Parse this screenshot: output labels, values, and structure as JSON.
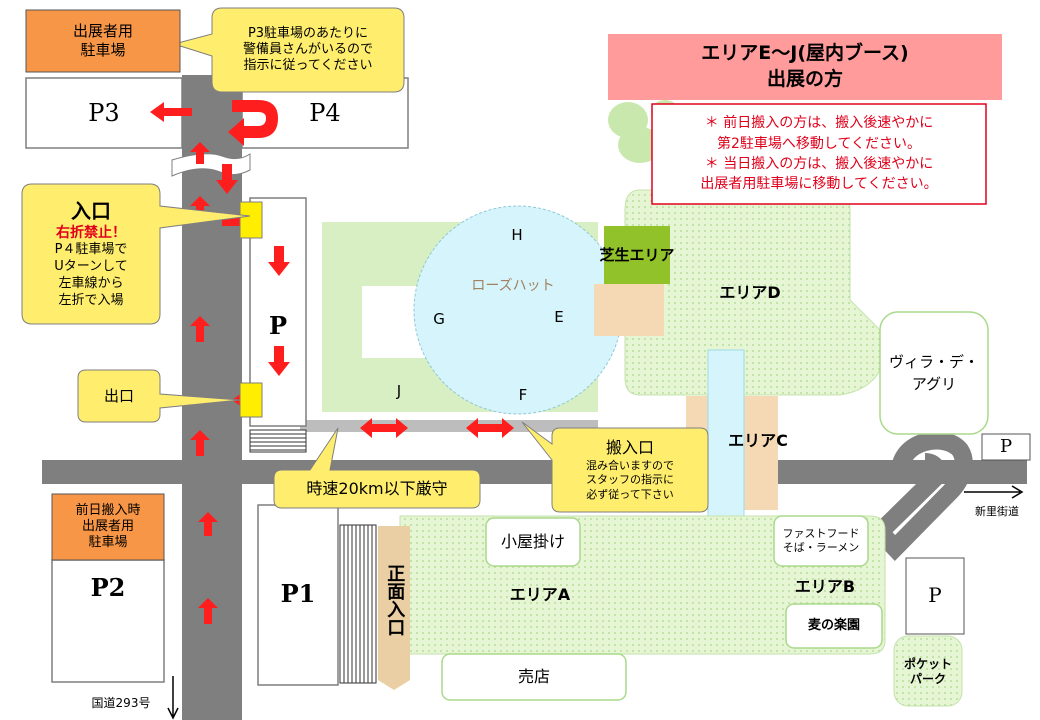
{
  "colors": {
    "road": "#7f7f7f",
    "arrow_red": "#ff1e1e",
    "callout_yellow": "#ffee6e",
    "orange_label": "#f79646",
    "pink_banner": "#ff9b9b",
    "notice_red": "#e0001b",
    "lawn_light_green": "#d7efc2",
    "lawn_dotted_green": "#e6f5d3",
    "rose_hut_blue": "#d5f4fb",
    "shibafu_green": "#92c22a",
    "tan": "#f5d9b4",
    "gate_tan": "#e9cfa3"
  },
  "labels": {
    "exhibitor_parking": [
      "出展者用",
      "駐車場"
    ],
    "p3": "P3",
    "p4": "P4",
    "p3_guard_note": [
      "P3駐車場のあたりに",
      "警備員さんがいるので",
      "指示に従ってください"
    ],
    "entrance_title": "入口",
    "no_right_turn": "右折禁止！",
    "entrance_note": [
      "P４駐車場で",
      "Uターンして",
      "左車線から",
      "左折で入場"
    ],
    "p_side": "P",
    "exit": "出口",
    "speed_limit": "時速20km以下厳守",
    "prev_day_parking": [
      "前日搬入時",
      "出展者用",
      "駐車場"
    ],
    "p2": "P2",
    "p1": "P1",
    "route_293": "国道293号",
    "main_entrance": "正面入口",
    "koyagake": "小屋掛け",
    "area_a": "エリアA",
    "shop": "売店",
    "fast_food": [
      "ファストフード",
      "そば・ラーメン"
    ],
    "area_b": "エリアB",
    "mugi_rakuen": "麦の楽園",
    "area_c": "エリアC",
    "area_d": "エリアD",
    "shibafu_area": "芝生エリア",
    "rose_hut": "ローズハット",
    "rose_letters": {
      "h": "H",
      "g": "G",
      "e": "E",
      "j": "J",
      "f": "F"
    },
    "unloading_title": "搬入口",
    "unloading_note": [
      "混み合いますので",
      "スタッフの指示に",
      "必ず従って下さい"
    ],
    "villa": [
      "ヴィラ・デ・",
      "アグリ"
    ],
    "p_east": "P",
    "niisato_road": "新里街道",
    "p_south": "P",
    "pocket_park": [
      "ポケット",
      "パーク"
    ],
    "banner": [
      "エリアE～J(屋内ブース)",
      "出展の方"
    ],
    "notice": [
      "＊ 前日搬入の方は、搬入後速やかに",
      "第2駐車場へ移動してください。",
      "＊ 当日搬入の方は、搬入後速やかに",
      "出展者用駐車場に移動してください。"
    ]
  }
}
